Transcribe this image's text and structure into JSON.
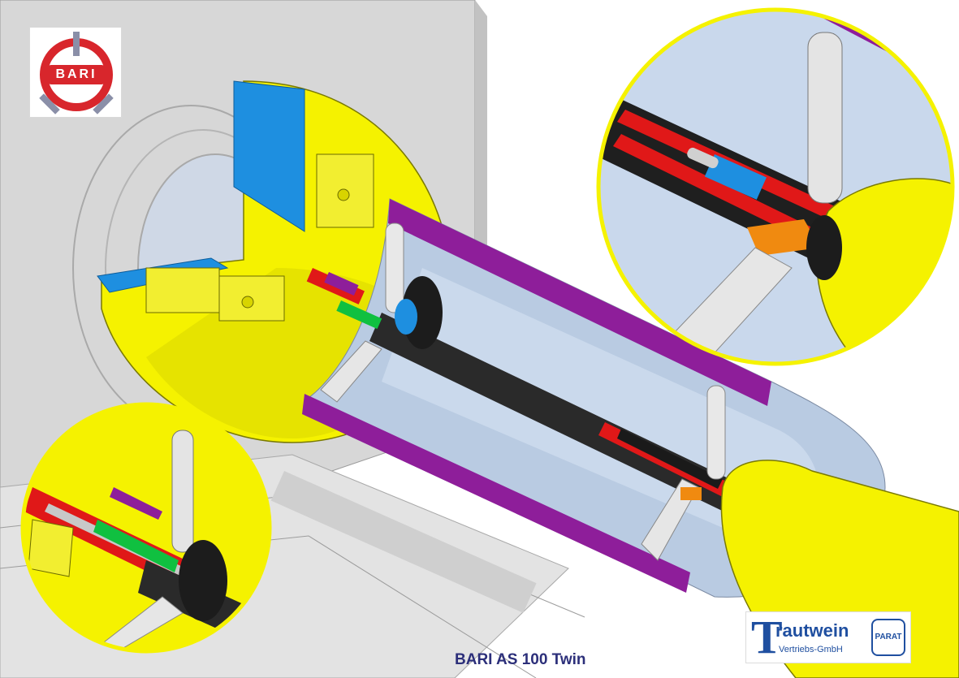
{
  "logo_bari": {
    "wordmark": "BARI",
    "colors": {
      "ring": "#d8262c",
      "bar": "#8a8fa8",
      "text": "#ffffff"
    }
  },
  "caption": "BARI AS 100 Twin",
  "logo_trautwein": {
    "initial": "T",
    "name": "rautwein",
    "subtitle": "Vertriebs-GmbH",
    "badge": "PARAT",
    "color": "#1f4fa0"
  },
  "palette": {
    "chuck_yellow": "#f5f200",
    "jaw_blue": "#1e8fe0",
    "sleeve_purple": "#8e1e9a",
    "tube_steel": "#b9cbe2",
    "housing_grey": "#d7d7d7",
    "shaft_black": "#2a2a2a",
    "core_red": "#e01818",
    "accent_orange": "#f08a10",
    "accent_green": "#10c040"
  }
}
